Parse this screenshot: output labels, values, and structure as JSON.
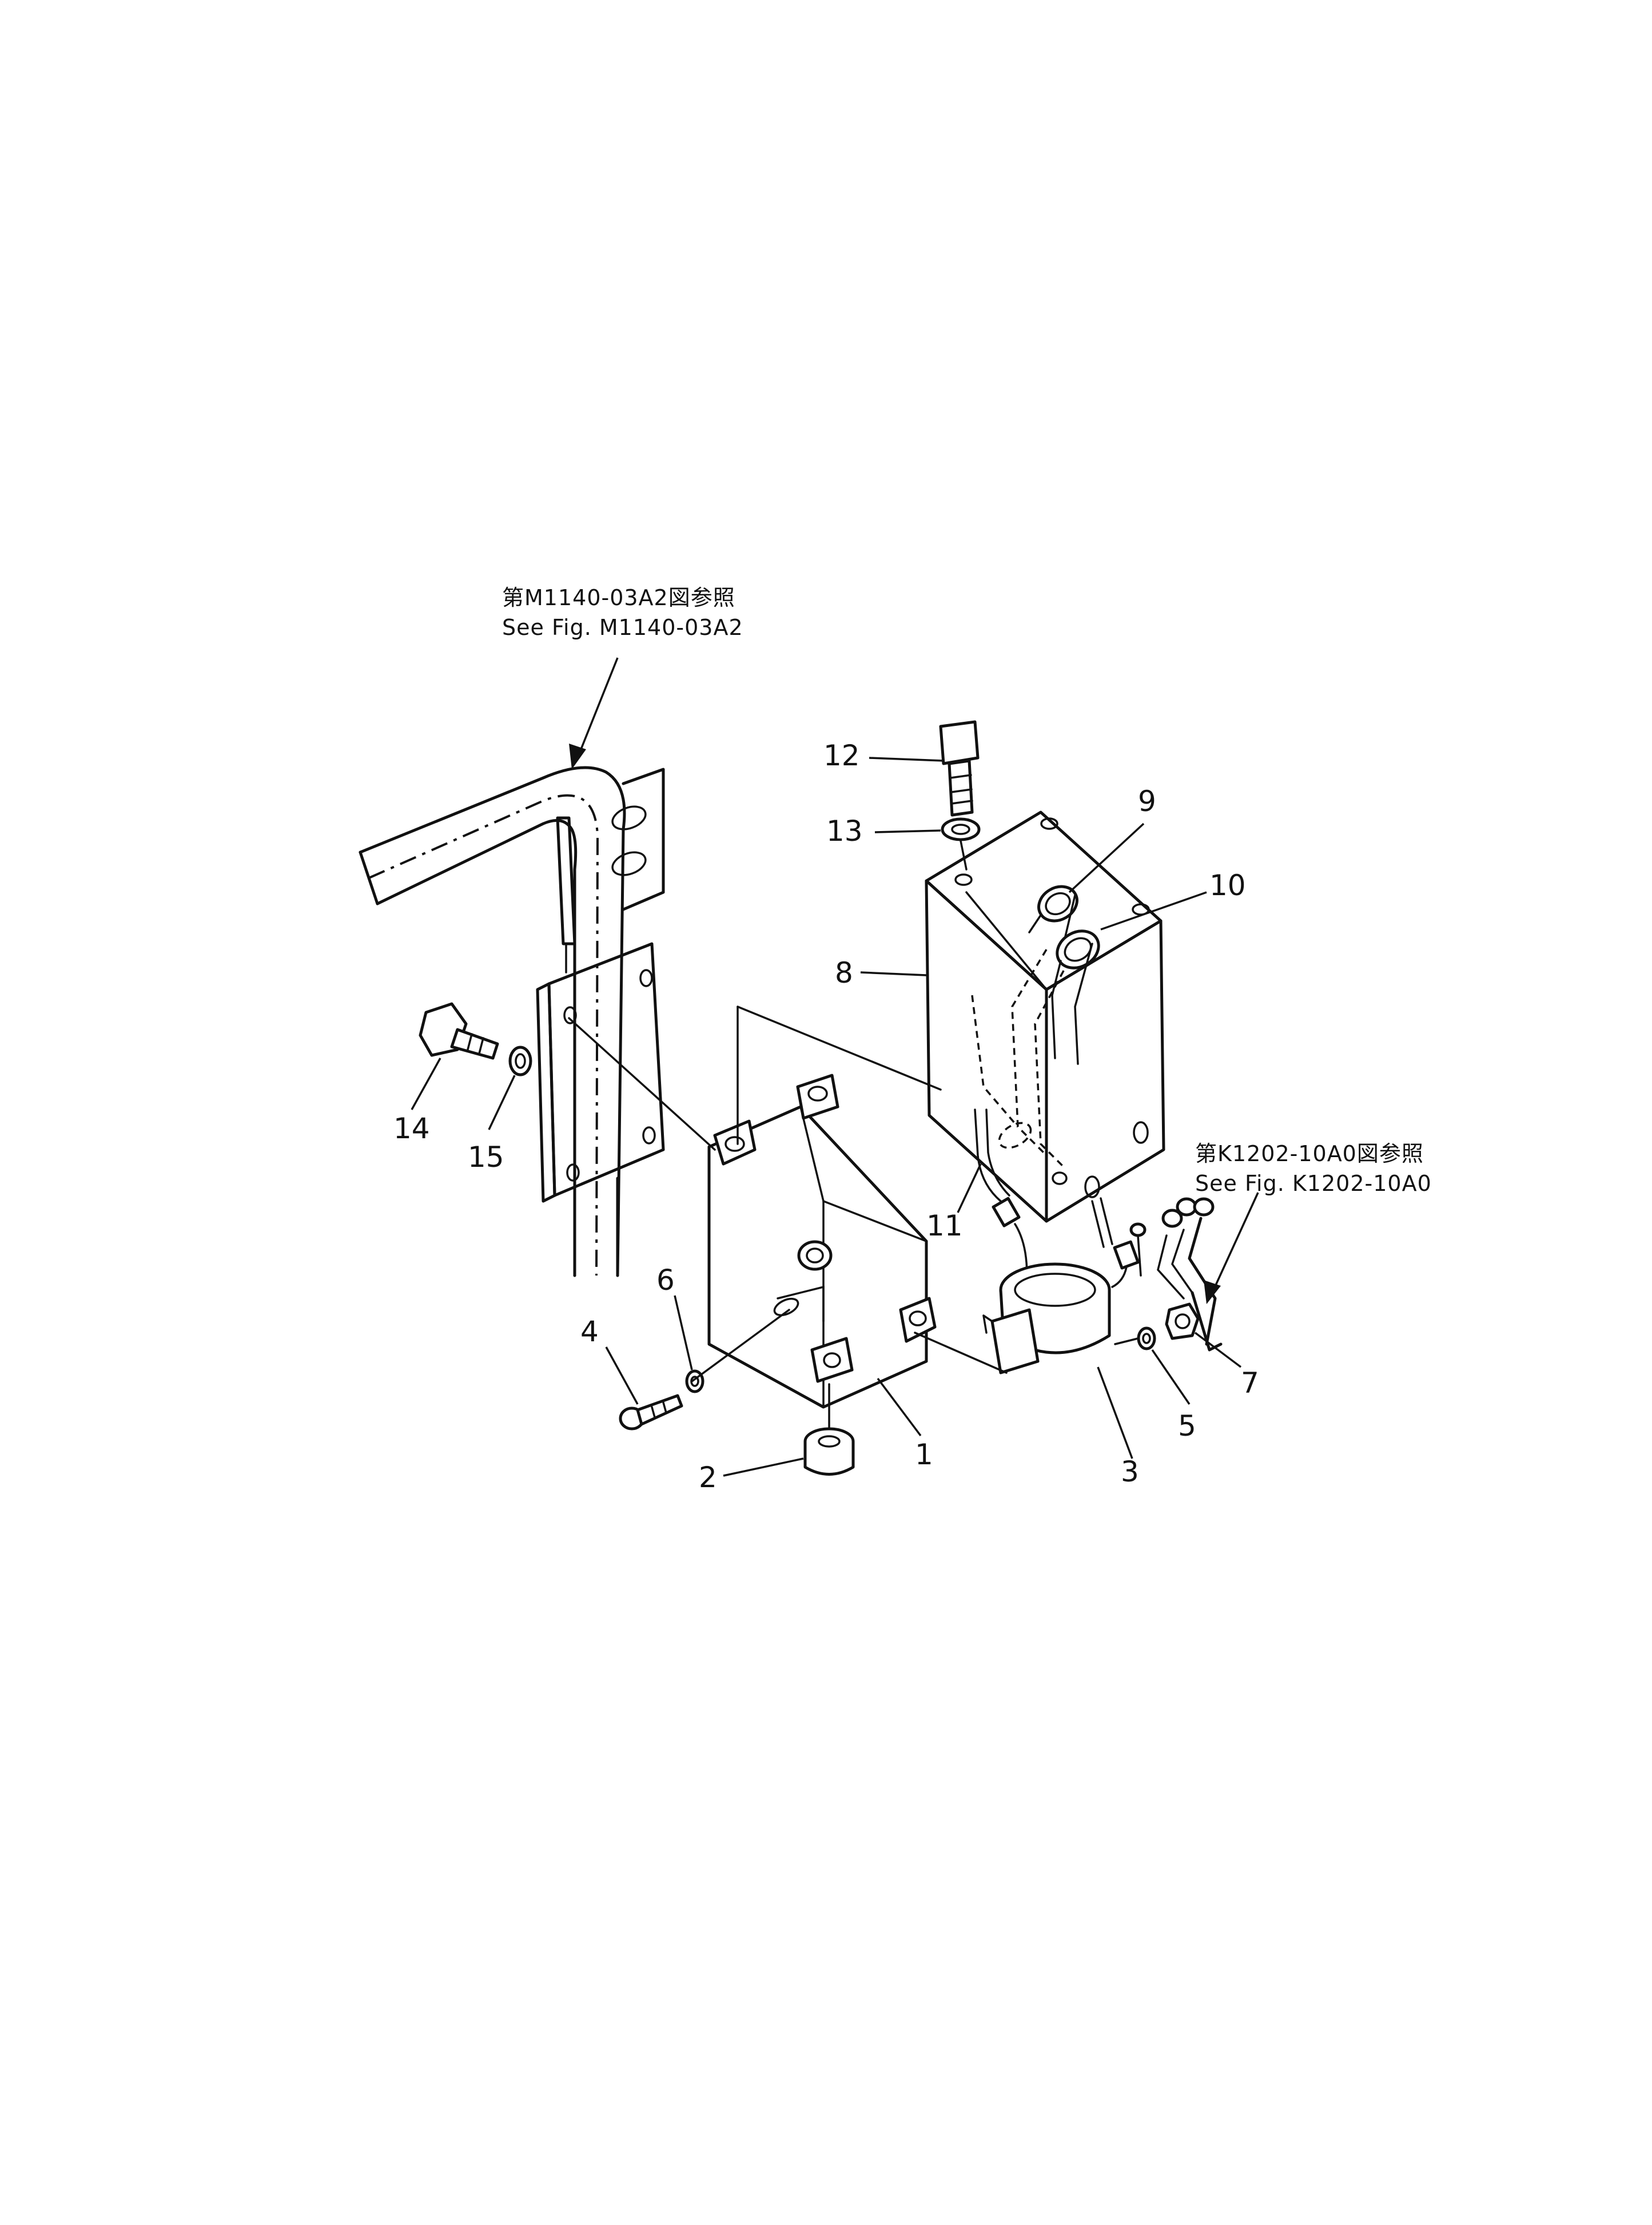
{
  "references": {
    "top": {
      "line1": "第M1140-03A2図参照",
      "line2": "See  Fig. M1140-03A2"
    },
    "right": {
      "line1": "第K1202-10A0図参照",
      "line2": "See  Fig. K1202-10A0"
    }
  },
  "parts": [
    {
      "id": "1",
      "label": "1"
    },
    {
      "id": "2",
      "label": "2"
    },
    {
      "id": "3",
      "label": "3"
    },
    {
      "id": "4",
      "label": "4"
    },
    {
      "id": "5",
      "label": "5"
    },
    {
      "id": "6",
      "label": "6"
    },
    {
      "id": "7",
      "label": "7"
    },
    {
      "id": "8",
      "label": "8"
    },
    {
      "id": "9",
      "label": "9"
    },
    {
      "id": "10",
      "label": "10"
    },
    {
      "id": "11",
      "label": "11"
    },
    {
      "id": "12",
      "label": "12"
    },
    {
      "id": "13",
      "label": "13"
    },
    {
      "id": "14",
      "label": "14"
    },
    {
      "id": "15",
      "label": "15"
    }
  ]
}
